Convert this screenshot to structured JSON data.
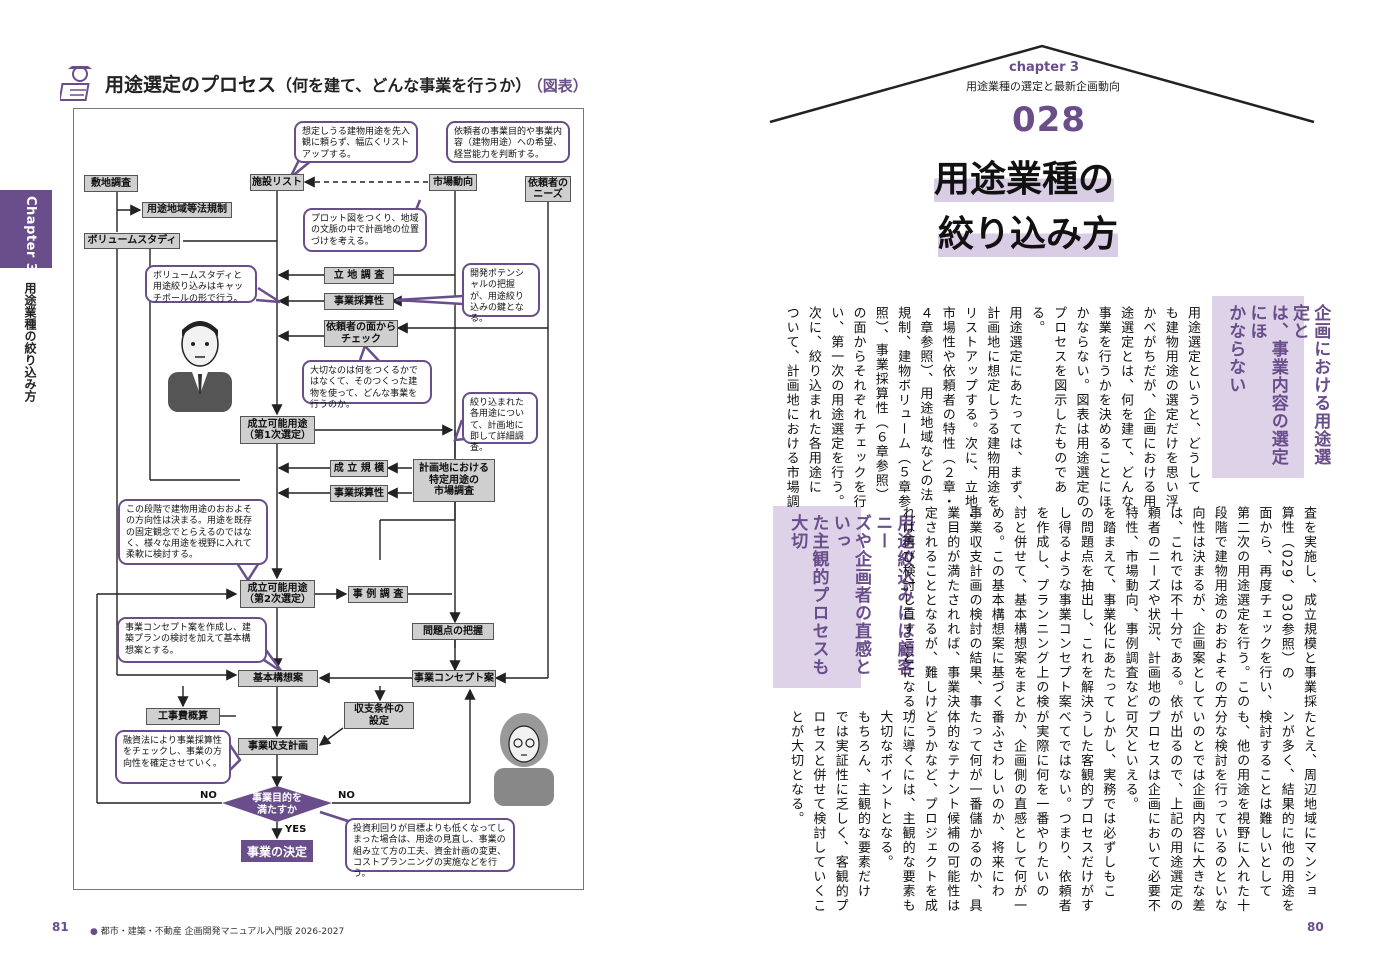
{
  "left_page": {
    "title": "用途選定のプロセス",
    "title_paren": "（何を建て、どんな事業を行うか）",
    "title_tag": "（図表）",
    "side_tab": "Chapter 3",
    "side_subtitle": "用途業種の絞り込み方",
    "page_number": "81",
    "footer": "都市・建築・不動産 企画開発マニュアル入門版 2026-2027",
    "flow_boxes": {
      "b1": "敷地調査",
      "b2": "用途地域等法規制",
      "b3": "ボリュームスタディ",
      "b4": "施設リスト",
      "b5": "市場動向",
      "b6": "依頼者の\nニーズ",
      "b7": "立 地 調 査",
      "b8": "事業採算性",
      "b9": "依頼者の面から\nチェック",
      "b10": "成立可能用途\n（第1次選定）",
      "b11": "成 立 規 模",
      "b12": "事業採算性",
      "b13": "計画地における\n特定用途の\n市場調査",
      "b14": "成立可能用途\n（第2次選定）",
      "b15": "事 例 調 査",
      "b16": "問題点の把握",
      "b17": "基本構想案",
      "b18": "事業コンセプト案",
      "b19": "工事費概算",
      "b20": "収支条件の\n設定",
      "b21": "事業収支計画"
    },
    "decision": "事業目的を\n満たすか",
    "label_no_left": "NO",
    "label_no_right": "NO",
    "label_yes": "YES",
    "final": "事業の決定",
    "notes": {
      "n1": "想定しうる建物用途を先入観に頼らず、幅広くリストアップする。",
      "n2": "依頼者の事業目的や事業内容（建物用途）への希望、経営能力を判断する。",
      "n3": "プロット図をつくり、地域の文脈の中で計画地の位置づけを考える。",
      "n4": "ボリュームスタディと用途絞り込みはキャッチボールの形で行う。",
      "n5": "開発ポテンシャルの把握が、用途絞り込みの鍵となる。",
      "n6": "大切なのは何をつくるかではなくて、そのつくった建物を使って、どんな事業を行うのか。",
      "n7": "絞り込まれた各用途について、計画地に即して詳細調査。",
      "n8": "この段階で建物用途のおおよその方向性は決まる。用途を既存の固定観念でとらえるのではなく、様々な用途を視野に入れて柔軟に検討する。",
      "n9": "事業コンセプト案を作成し、建築プランの検討を加えて基本構想案とする。",
      "n10": "融資法により事業採算性をチェックし、事業の方向性を確定させていく。",
      "n11": "投資利回りが目標よりも低くなってしまった場合は、用途の見直し、事業の組み立て方の工夫、資金計画の変更、コストプランニングの実施などを行う。"
    }
  },
  "right_page": {
    "chapter_label": "chapter 3",
    "chapter_sub": "用途業種の選定と最新企画動向",
    "article_no": "028",
    "title_line1": "用途業種の",
    "title_line2": "絞り込み方",
    "page_number": "80",
    "pull_quote_1": [
      "企画における用途選定と",
      "は、事業内容の選定にほ",
      "かならない"
    ],
    "pull_quote_2": [
      "用途絞込みには顧客ニー",
      "ズや企画者の直感といっ",
      "た主観的プロセスも大切"
    ],
    "upper_columns": [
      "用途選定というと、どうして",
      "も建物用途の選定だけを思い浮",
      "かべがちだが、企画における用",
      "途選定とは、何を建て、どんな",
      "事業を行うかを決めることにほ",
      "かならない。図表は用途選定の",
      "プロセスを図示したものであ",
      "る。",
      "用途選定にあたっては、まず、",
      "計画地に想定しうる建物用途を",
      "リストアップする。次に、立地・",
      "市場性や依頼者の特性（２章・",
      "４章参照）、用途地域などの法",
      "規制、建物ボリューム（５章参",
      "照）、事業採算性（６章参照）",
      "の面からそれぞれチェックを行",
      "い、第一次の用途選定を行う。",
      "次に、絞り込まれた各用途に",
      "ついて、計画地における市場調"
    ],
    "middle_columns": [
      "査を実施し、成立規模と事業採",
      "算性（029、030参照）の",
      "面から、再度チェックを行い、",
      "第二次の用途選定を行う。この",
      "段階で建物用途のおおよその方",
      "向性は決まるが、企画案として",
      "は、これでは不十分である。依",
      "頼者のニーズや状況、計画地の",
      "特性、市場動向、事例調査など",
      "を踏まえて、事業化にあたって",
      "の問題点を抽出し、これを解決",
      "し得るような事業コンセプト案",
      "を作成し、プランニング上の検",
      "討と併せて、基本構想案をまと",
      "める。この基本構想案に基づく",
      "事業収支計画の検討の結果、事",
      "業目的が満たされれば、事業決",
      "定されることとなるが、難しけ",
      "れば再び検討し直すことになる。"
    ],
    "lower_columns": [
      "たとえ、周辺地域にマンショ",
      "ンが多く、結果的に他の用途を",
      "検討することは難しいとして",
      "も、他の用途を視野に入れた十",
      "分な検討を行っているのといな",
      "いのとでは企画内容に大きな差",
      "が出るので、上記の用途選定の",
      "プロセスは企画において必要不",
      "可欠といえる。",
      "しかし、実務では必ずしもこ",
      "うした客観的プロセスだけがす",
      "べてではない。つまり、依頼者",
      "が実際に何を一番やりたいの",
      "か、企画側の直感として何が一",
      "番ふさわしいのか、将来にわ",
      "たって何が一番儲かるのか、具",
      "体的なテナント候補の可能性は",
      "どうかなど、プロジェクトを成",
      "功に導くには、主観的な要素も",
      "大切なポイントとなる。",
      "もちろん、主観的な要素だけ",
      "では実証性に乏しく、客観的プ",
      "ロセスと併せて検討していくこ",
      "とが大切となる。"
    ]
  }
}
